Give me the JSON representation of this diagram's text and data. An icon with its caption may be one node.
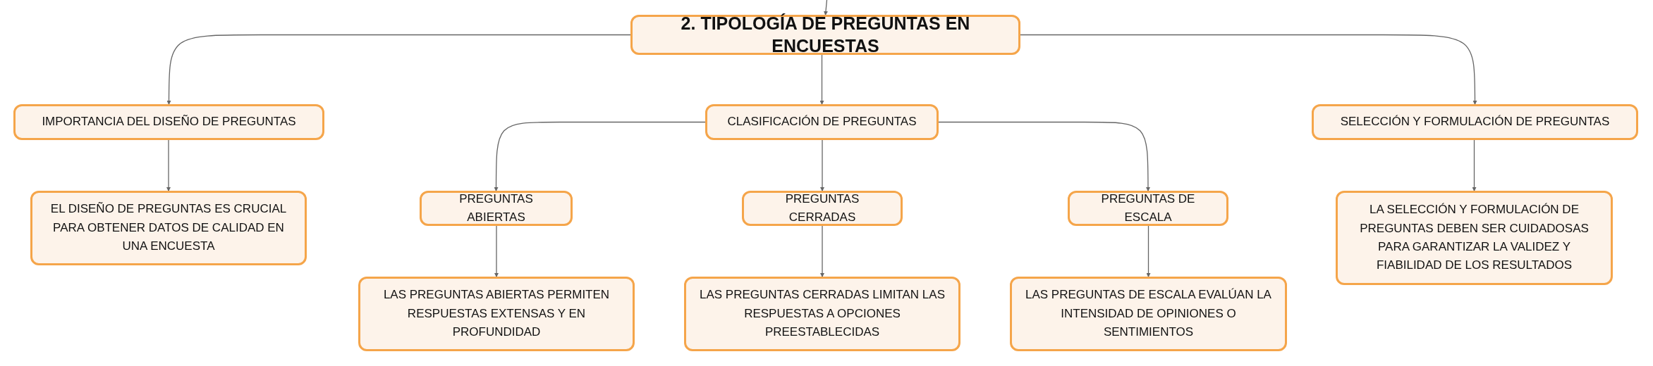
{
  "diagram": {
    "nodes": [
      {
        "text": [
          "2. TIPOLOGÍA DE PREGUNTAS EN ENCUESTAS"
        ]
      },
      {
        "text": [
          "IMPORTANCIA DEL DISEÑO DE PREGUNTAS"
        ]
      },
      {
        "text": [
          "CLASIFICACIÓN DE PREGUNTAS"
        ]
      },
      {
        "text": [
          "SELECCIÓN Y FORMULACIÓN DE PREGUNTAS"
        ]
      },
      {
        "text": [
          "EL DISEÑO DE PREGUNTAS ES CRUCIAL PARA OBTENER DATOS DE CALIDAD EN UNA ENCUESTA"
        ]
      },
      {
        "text": [
          "PREGUNTAS ABIERTAS"
        ]
      },
      {
        "text": [
          "PREGUNTAS CERRADAS"
        ]
      },
      {
        "text": [
          "PREGUNTAS DE ESCALA"
        ]
      },
      {
        "text": [
          "LA SELECCIÓN Y FORMULACIÓN DE PREGUNTAS DEBEN SER CUIDADOSAS PARA GARANTIZAR LA VALIDEZ Y FIABILIDAD DE LOS RESULTADOS"
        ]
      },
      {
        "text": [
          "LAS PREGUNTAS ABIERTAS PERMITEN RESPUESTAS EXTENSAS Y EN PROFUNDIDAD"
        ]
      },
      {
        "text": [
          "LAS PREGUNTAS CERRADAS LIMITAN LAS RESPUESTAS A OPCIONES PREESTABLECIDAS"
        ]
      },
      {
        "text": [
          "LAS PREGUNTAS DE ESCALA EVALÚAN LA INTENSIDAD DE OPINIONES O SENTIMIENTOS"
        ]
      }
    ],
    "edges": [
      {
        "from": null,
        "to": 0,
        "arrow": "to"
      },
      {
        "from": 0,
        "to": 1,
        "arrow": "to"
      },
      {
        "from": 0,
        "to": 2,
        "arrow": "to"
      },
      {
        "from": 0,
        "to": 3,
        "arrow": "to"
      },
      {
        "from": 1,
        "to": 4,
        "arrow": "to"
      },
      {
        "from": 2,
        "to": 5,
        "arrow": "to"
      },
      {
        "from": 2,
        "to": 6,
        "arrow": "to"
      },
      {
        "from": 2,
        "to": 7,
        "arrow": "to"
      },
      {
        "from": 3,
        "to": 8,
        "arrow": "to"
      },
      {
        "from": 5,
        "to": 9,
        "arrow": "to"
      },
      {
        "from": 6,
        "to": 10,
        "arrow": "to"
      },
      {
        "from": 7,
        "to": 11,
        "arrow": "to"
      }
    ]
  }
}
